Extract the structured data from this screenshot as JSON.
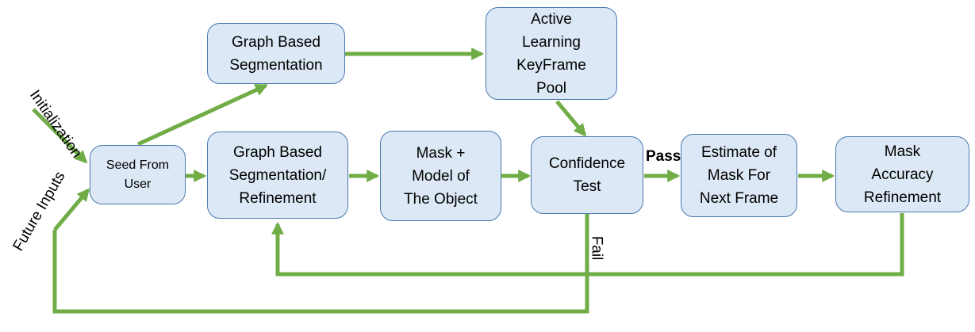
{
  "colors": {
    "arrow": "#70ad47",
    "box_fill": "#dce8f5",
    "box_border": "#4a78b0"
  },
  "nodes": {
    "seed": "Seed From\nUser",
    "graph_seg_top": "Graph Based\nSegmentation",
    "active_learning": "Active\nLearning\nKeyFrame\nPool",
    "graph_seg_refine": "Graph Based\nSegmentation/\nRefinement",
    "mask_model": "Mask +\nModel of\nThe Object",
    "confidence": "Confidence\nTest",
    "estimate": "Estimate of\nMask For\nNext Frame",
    "mask_accuracy": "Mask\nAccuracy\nRefinement"
  },
  "labels": {
    "initialization": "Initialization",
    "future_inputs": "Future Inputs",
    "pass": "Pass",
    "fail": "Fail"
  }
}
